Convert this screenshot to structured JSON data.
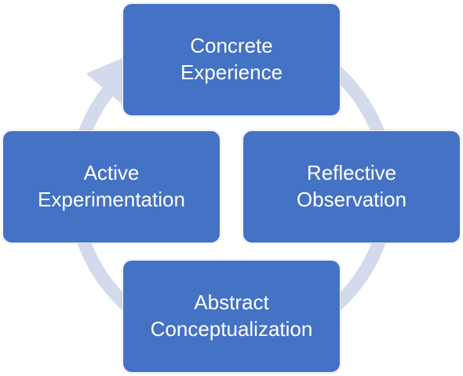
{
  "colors": {
    "box_fill": "#4472c4",
    "box_text": "#ffffff",
    "ring": "#d3daec"
  },
  "nodes": {
    "top": {
      "line1": "Concrete",
      "line2": "Experience"
    },
    "right": {
      "line1": "Reflective",
      "line2": "Observation"
    },
    "bottom": {
      "line1": "Abstract",
      "line2": "Conceptualization"
    },
    "left": {
      "line1": "Active",
      "line2": "Experimentation"
    }
  }
}
